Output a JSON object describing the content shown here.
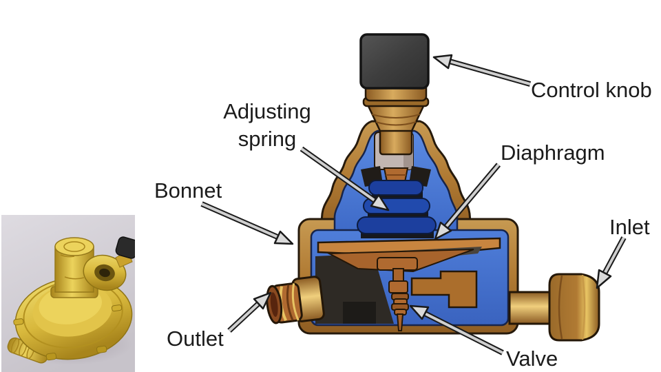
{
  "figure": {
    "type": "labeled-diagram",
    "subject": "Gas pressure regulator cutaway",
    "labels": {
      "control_knob": "Control knob",
      "adjusting_spring_line1": "Adjusting",
      "adjusting_spring_line2": "spring",
      "diaphragm": "Diaphragm",
      "bonnet": "Bonnet",
      "inlet": "Inlet",
      "outlet": "Outlet",
      "valve": "Valve"
    },
    "colors": {
      "background": "#ffffff",
      "label_text": "#1b1b1b",
      "arrow_fill": "#dadada",
      "arrow_outline": "#1a1a1a",
      "knob_dark": "#3e3e3e",
      "brass": "#b9853c",
      "copper": "#b06a30",
      "interior_blue": "#4a7bd6",
      "spring_navy": "#1c3f9e",
      "photo_background": "#d6d3d8",
      "photo_gold": "#d8b83c"
    }
  }
}
